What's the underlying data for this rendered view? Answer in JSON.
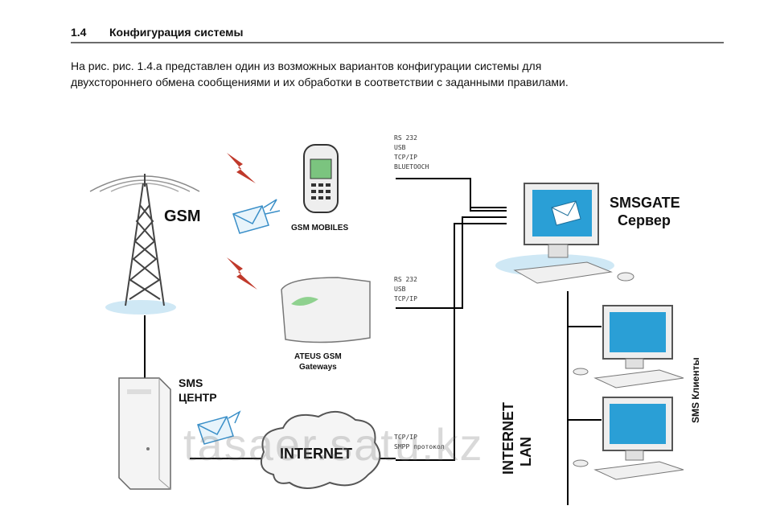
{
  "section": {
    "number": "1.4",
    "title": "Конфигурация системы"
  },
  "paragraph": {
    "line1": "На рис. рис. 1.4.а представлен один из возможных вариантов конфигурации системы для",
    "line2": "двухстороннего обмена сообщениями и их обработки в соответствии с заданными правилами."
  },
  "diagram": {
    "gsm": "GSM",
    "gsm_mobiles": "GSM MOBILES",
    "ateus_line1": "ATEUS GSM",
    "ateus_line2": "Gateways",
    "server_line1": "SMSGATE",
    "server_line2": "Сервер",
    "sms_center_line1": "SMS",
    "sms_center_line2": "ЦЕНТР",
    "internet_cloud": "INTERNET",
    "internet_lan_line1": "INTERNET",
    "internet_lan_line2": "LAN",
    "sms_clients": "SMS Клиенты",
    "proto_top": [
      "RS 232",
      "USB",
      "TCP/IP",
      "BLUETOOCH"
    ],
    "proto_mid": [
      "RS 232",
      "USB",
      "TCP/IP"
    ],
    "proto_bottom": [
      "TCP/IP",
      "SMPP протокол"
    ]
  },
  "watermark": "tasaer.satu.kz",
  "colors": {
    "screen": "#2a9fd6",
    "envelope": "#3a8fc8",
    "lightning": "#c0392b",
    "line": "#000000"
  }
}
